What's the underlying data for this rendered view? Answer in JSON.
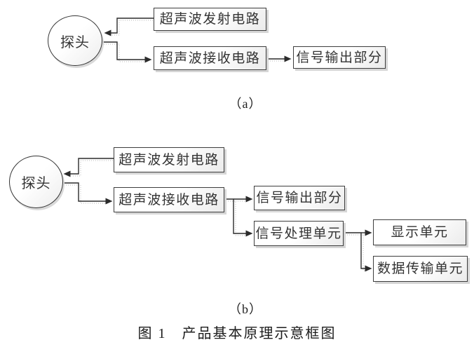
{
  "figure": {
    "caption": "图 1　产品基本原理示意框图",
    "panel_a": {
      "label": "（a）",
      "nodes": {
        "probe": "探头",
        "transmit_circuit": "超声波发射电路",
        "receive_circuit": "超声波接收电路",
        "signal_output": "信号输出部分"
      },
      "edges": [
        "超声波发射电路 → 探头",
        "探头 → 超声波接收电路",
        "超声波接收电路 → 信号输出部分"
      ]
    },
    "panel_b": {
      "label": "（b）",
      "nodes": {
        "probe": "探头",
        "transmit_circuit": "超声波发射电路",
        "receive_circuit": "超声波接收电路",
        "signal_output": "信号输出部分",
        "signal_processing": "信号处理单元",
        "display_unit": "显示单元",
        "data_transmission": "数据传输单元"
      },
      "edges": [
        "超声波发射电路 → 探头",
        "探头 → 超声波接收电路",
        "超声波接收电路 → 信号输出部分",
        "超声波接收电路 → 信号处理单元",
        "信号处理单元 → 显示单元",
        "信号处理单元 → 数据传输单元"
      ]
    },
    "colors": {
      "box_border": "#3d3d3d",
      "box_fill": "#ffffff",
      "box_fill_shade": "#ebebeb",
      "connector": "#2b2b2b",
      "shadow": "#d6d6d6",
      "text": "#333333"
    }
  }
}
